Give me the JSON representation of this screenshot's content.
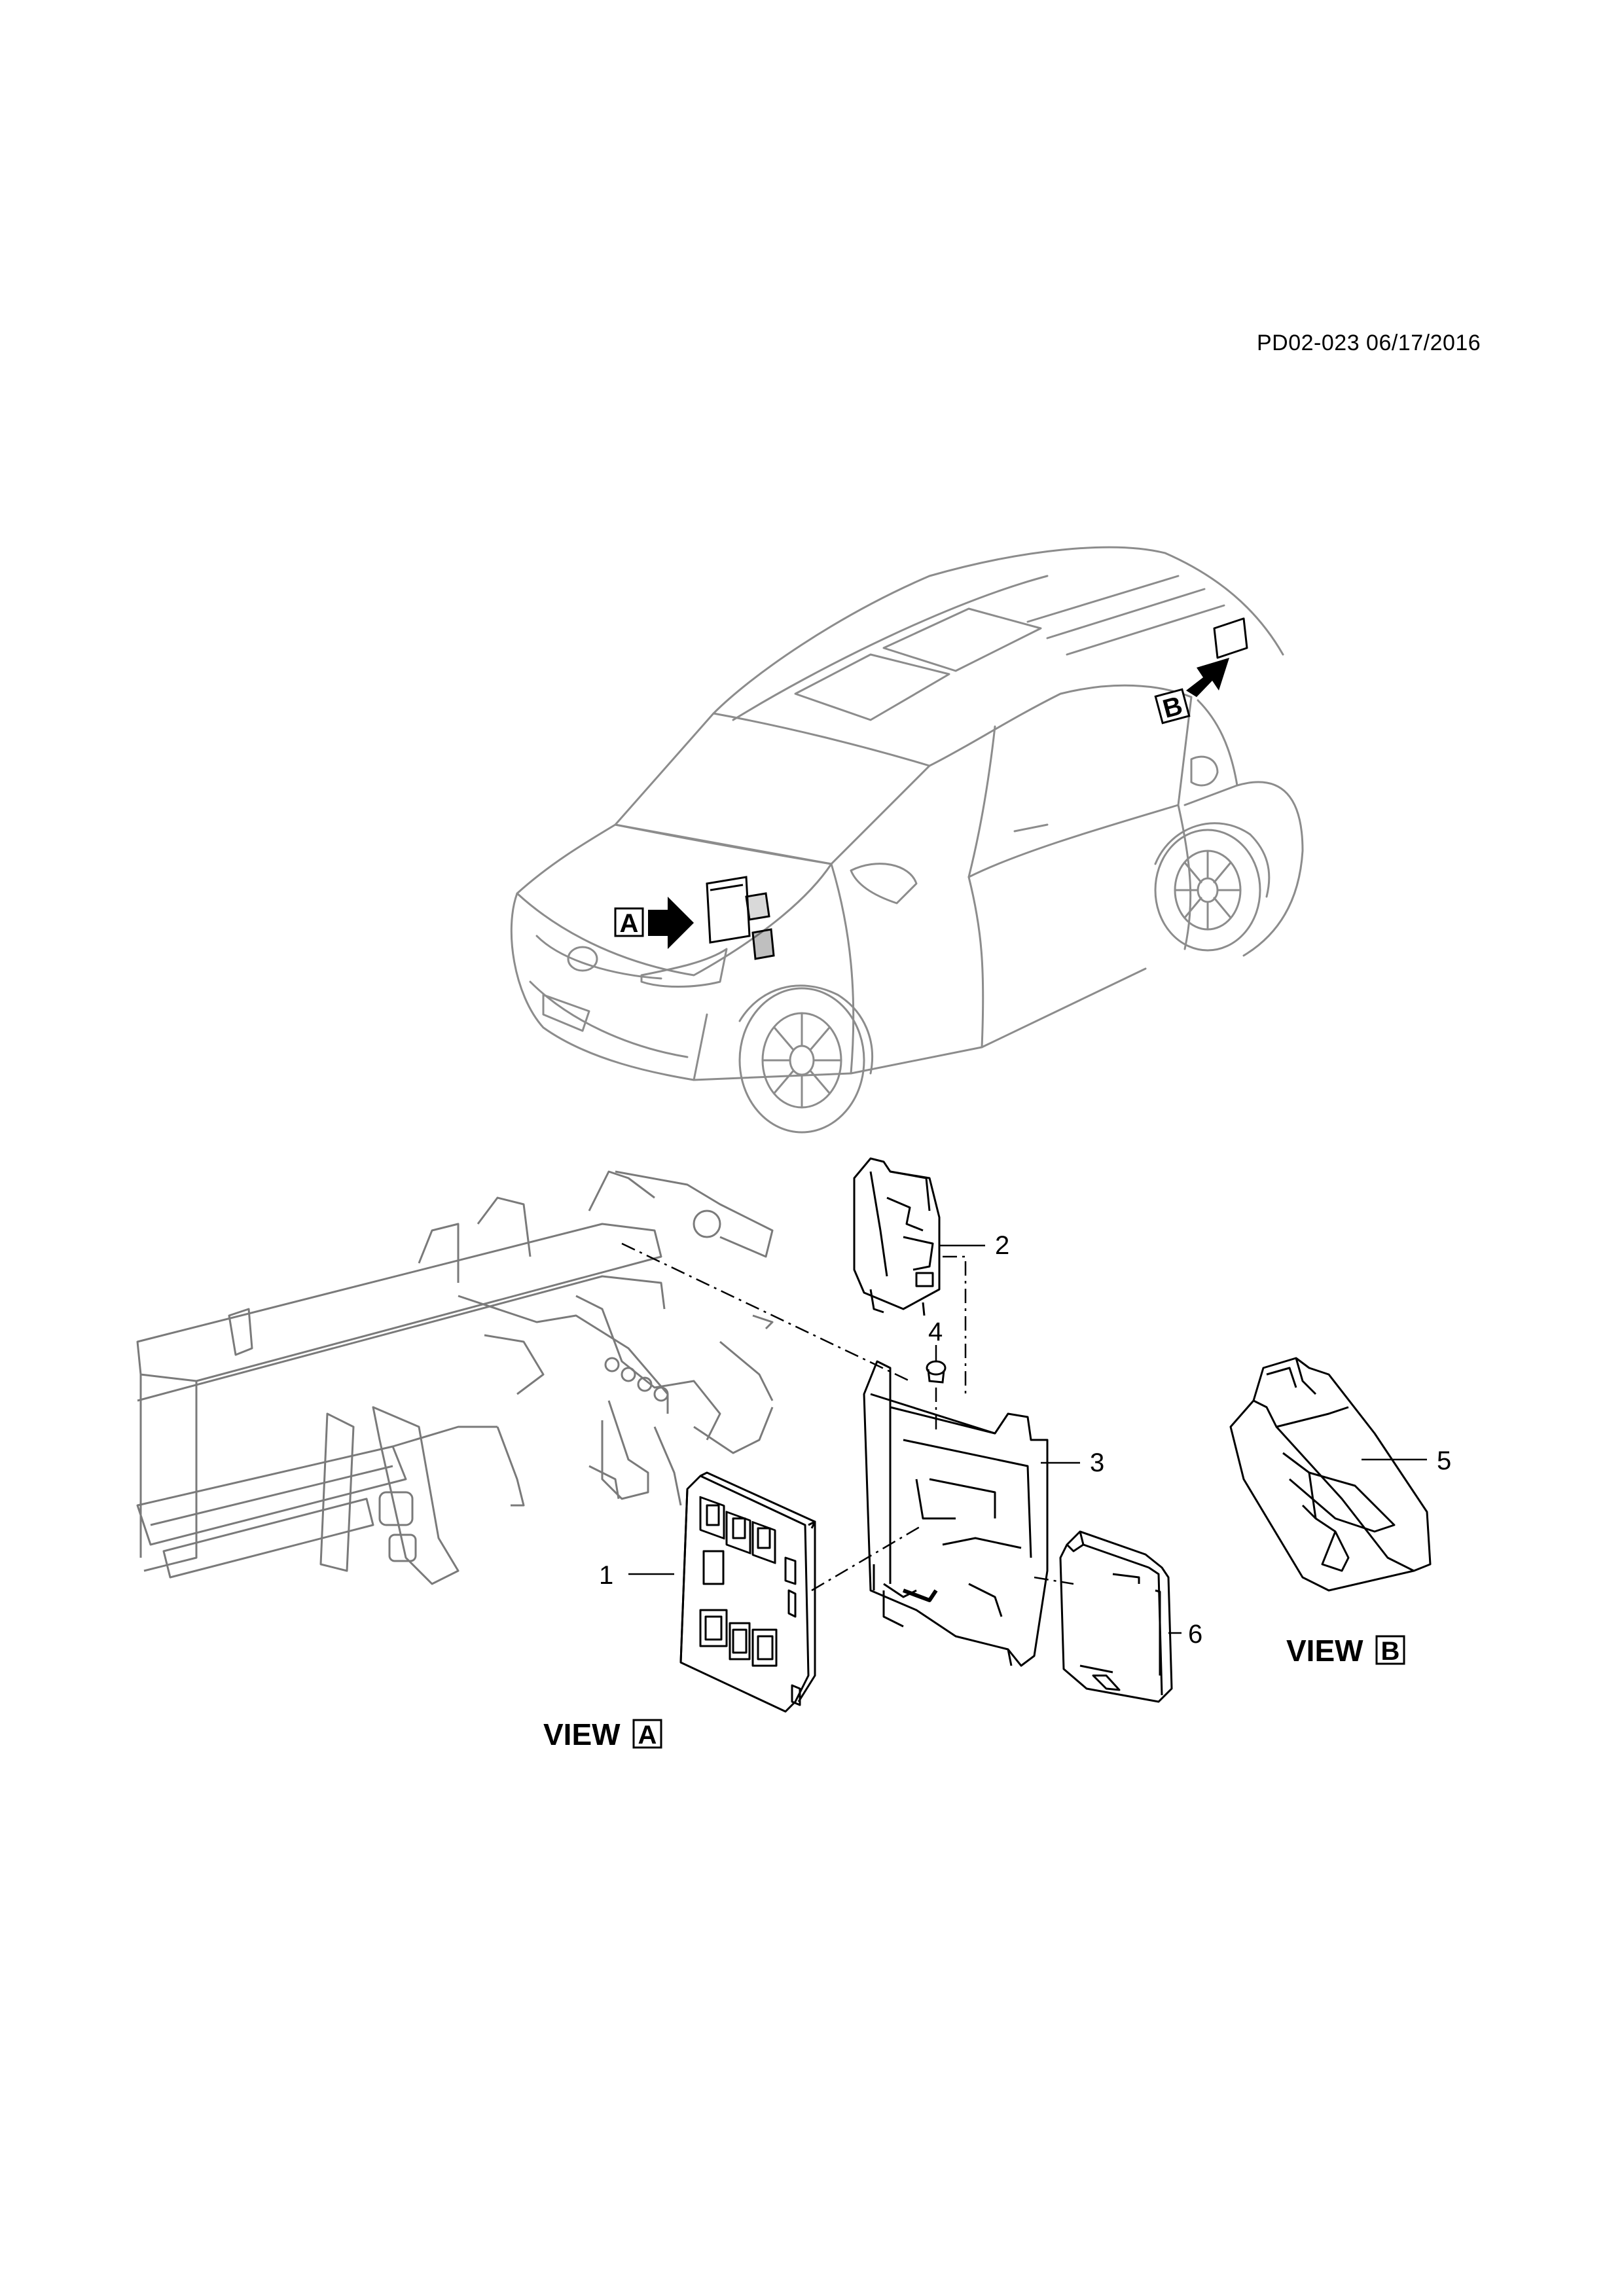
{
  "document_ref": "PD02-023 06/17/2016",
  "vehicle_markers": [
    {
      "letter": "A"
    },
    {
      "letter": "B"
    }
  ],
  "callouts": [
    "1",
    "2",
    "3",
    "4",
    "5",
    "6"
  ],
  "views": [
    {
      "prefix": "VIEW",
      "letter": "A"
    },
    {
      "prefix": "VIEW",
      "letter": "B"
    }
  ],
  "colors": {
    "line": "#000000",
    "car_line": "#8c8c8c",
    "arrow": "#000000"
  }
}
